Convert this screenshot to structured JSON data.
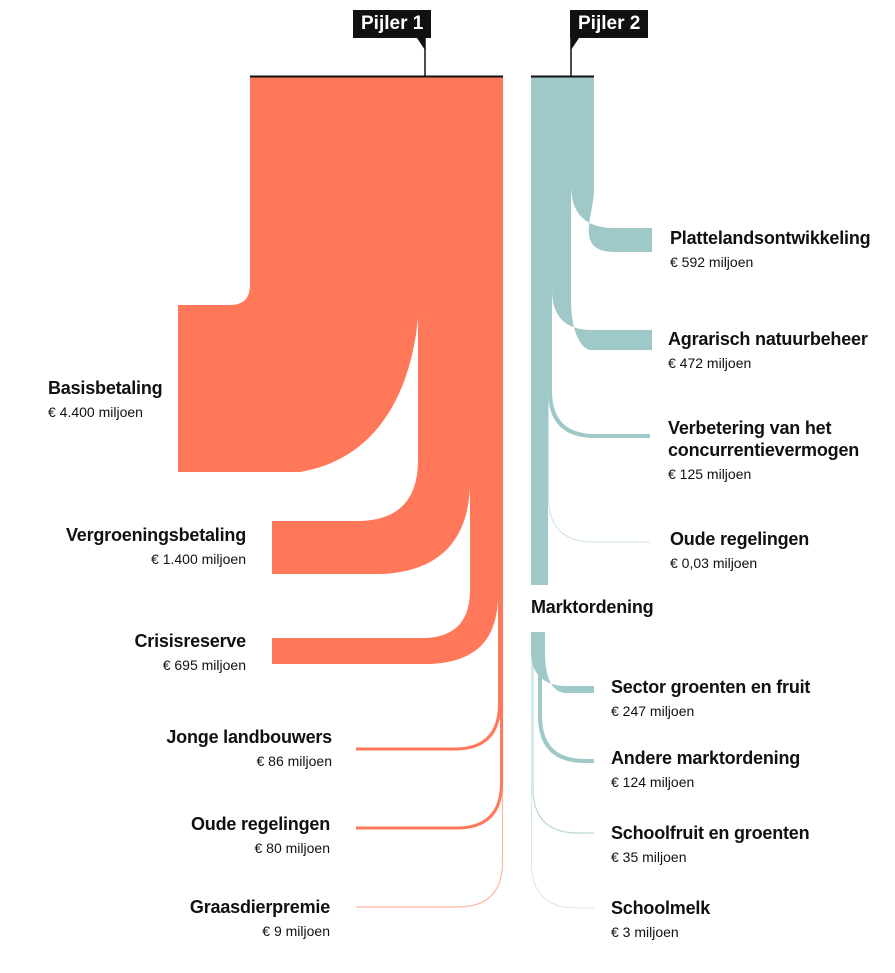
{
  "chart_data": {
    "type": "sankey",
    "title": "",
    "colors": {
      "pillar1": "#FF785A",
      "pillar2": "#9FC8C8",
      "ink": "#111111"
    },
    "pillar1": {
      "label": "Pijler 1",
      "flows": [
        {
          "name": "Basisbetaling",
          "value_label": "€ 4.400 miljoen",
          "value": 4400
        },
        {
          "name": "Vergroeningsbetaling",
          "value_label": "€ 1.400 miljoen",
          "value": 1400
        },
        {
          "name": "Crisisreserve",
          "value_label": "€ 695 miljoen",
          "value": 695
        },
        {
          "name": "Jonge landbouwers",
          "value_label": "€ 86 miljoen",
          "value": 86
        },
        {
          "name": "Oude regelingen",
          "value_label": "€ 80 miljoen",
          "value": 80
        },
        {
          "name": "Graasdierpremie",
          "value_label": "€ 9 miljoen",
          "value": 9
        }
      ]
    },
    "pillar2": {
      "label": "Pijler 2",
      "flows": [
        {
          "name": "Plattelandsontwikkeling",
          "value_label": "€ 592 miljoen",
          "value": 592
        },
        {
          "name": "Agrarisch natuurbeheer",
          "value_label": "€ 472 miljoen",
          "value": 472
        },
        {
          "name": "Verbetering van het concurrentievermogen",
          "value_label": "€ 125 miljoen",
          "value": 125
        },
        {
          "name": "Oude regelingen",
          "value_label": "€ 0,03 miljoen",
          "value": 0.03
        }
      ],
      "sub_group": {
        "name": "Marktordening",
        "flows": [
          {
            "name": "Sector groenten en fruit",
            "value_label": "€ 247 miljoen",
            "value": 247
          },
          {
            "name": "Andere marktordening",
            "value_label": "€ 124 miljoen",
            "value": 124
          },
          {
            "name": "Schoolfruit en groenten",
            "value_label": "€ 35 miljoen",
            "value": 35
          },
          {
            "name": "Schoolmelk",
            "value_label": "€ 3 miljoen",
            "value": 3
          }
        ]
      }
    }
  }
}
